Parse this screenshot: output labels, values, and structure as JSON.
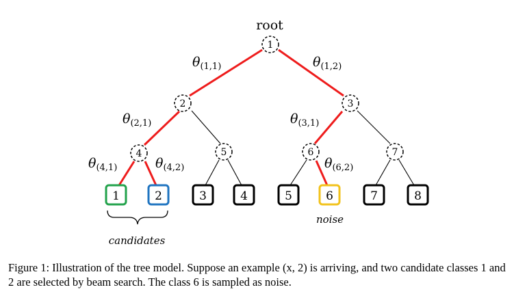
{
  "root_label": "root",
  "internal_nodes": [
    {
      "id": "1"
    },
    {
      "id": "2"
    },
    {
      "id": "3"
    },
    {
      "id": "4"
    },
    {
      "id": "5"
    },
    {
      "id": "6"
    },
    {
      "id": "7"
    }
  ],
  "leaf_nodes": [
    {
      "id": "1",
      "role": "candidate",
      "color": "#22a24b"
    },
    {
      "id": "2",
      "role": "candidate",
      "color": "#1f74c0"
    },
    {
      "id": "3",
      "role": "none",
      "color": "#000000"
    },
    {
      "id": "4",
      "role": "none",
      "color": "#000000"
    },
    {
      "id": "5",
      "role": "none",
      "color": "#000000"
    },
    {
      "id": "6",
      "role": "noise",
      "color": "#f2c21b"
    },
    {
      "id": "7",
      "role": "none",
      "color": "#000000"
    },
    {
      "id": "8",
      "role": "none",
      "color": "#000000"
    }
  ],
  "edge_labels": [
    {
      "symbol": "θ",
      "sub": "(1,1)"
    },
    {
      "symbol": "θ",
      "sub": "(1,2)"
    },
    {
      "symbol": "θ",
      "sub": "(2,1)"
    },
    {
      "symbol": "θ",
      "sub": "(3,1)"
    },
    {
      "symbol": "θ",
      "sub": "(4,1)"
    },
    {
      "symbol": "θ",
      "sub": "(4,2)"
    },
    {
      "symbol": "θ",
      "sub": "(6,2)"
    }
  ],
  "candidates_label": "candidates",
  "noise_label": "noise",
  "caption": "Figure 1: Illustration of the tree model. Suppose an example (x, 2) is arriving, and two candidate classes 1 and 2 are selected by beam search. The class 6 is sampled as noise.",
  "colors": {
    "highlight_edge": "#ee1c1c",
    "normal_edge": "#000000"
  }
}
